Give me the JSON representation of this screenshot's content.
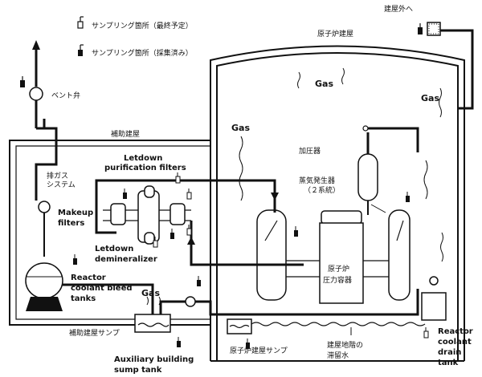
{
  "legend": {
    "planned": "サンプリング箇所（最終予定）",
    "done": "サンプリング箇所（採集済み）"
  },
  "labels": {
    "outside": "建屋外へ",
    "reactor_building": "原子炉建屋",
    "vent_valve": "ベント弁",
    "aux_building": "補助建屋",
    "exhaust_system": "排ガス\nシステム",
    "letdown_filters": "Letdown\npurification filters",
    "makeup_filters": "Makeup\nfilters",
    "letdown_demin": "Letdown\ndemineralizer",
    "bleed_tanks": "Reactor\ncoolant bleed\ntanks",
    "pressurizer": "加圧器",
    "steam_gen": "蒸気発生器\n（２系統）",
    "rpv": "原子炉\n圧力容器",
    "aux_sump": "補助建屋サンプ",
    "aux_sump_tank": "Auxiliary building\nsump tank",
    "reactor_sump": "原子炉建屋サンプ",
    "basement_water": "建屋地階の\n滞留水",
    "drain_tank": "Reactor\ncoolant\ndrain\ntank",
    "gas": "Gas"
  }
}
